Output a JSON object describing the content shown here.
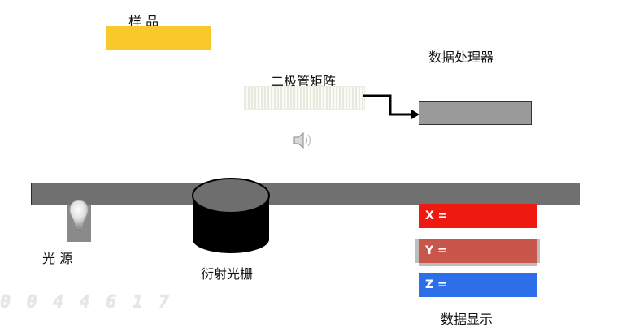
{
  "labels": {
    "sample": "样 品",
    "diode_array": "二极管矩阵",
    "processor": "数据处理器",
    "light_source": "光  源",
    "grating": "衍射光栅",
    "data_display": "数据显示"
  },
  "display_bars": {
    "x": "X =",
    "y": "Y =",
    "z": "Z ="
  },
  "timecode": "0 0 4 4 6 1 7",
  "colors": {
    "sample": "#f9c82a",
    "x_bar": "#ee1a12",
    "y_bar": "#c8564a",
    "z_bar": "#2d6fe8",
    "rail": "#707070",
    "processor": "#9a9a9a"
  }
}
